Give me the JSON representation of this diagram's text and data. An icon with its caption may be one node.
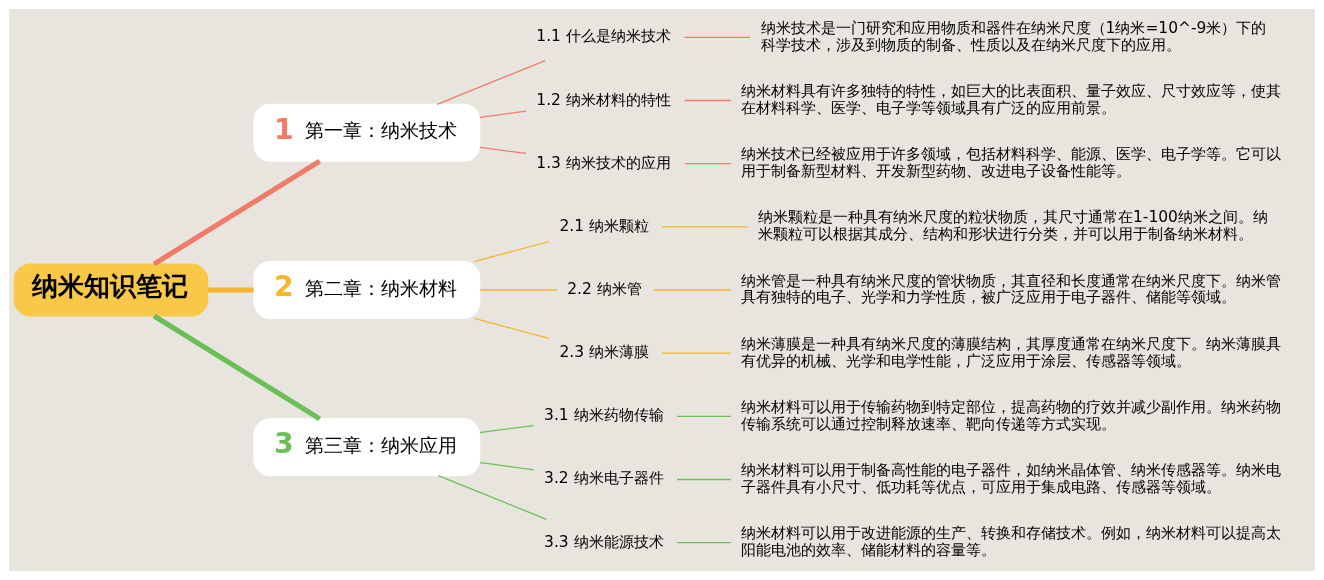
{
  "diagram": {
    "nodes": [
      {
        "text": [
          "纳米知识笔记"
        ]
      },
      {
        "text": [
          "1",
          "第一章：纳米技术"
        ]
      },
      {
        "text": [
          "1.1 什么是纳米技术"
        ]
      },
      {
        "text": [
          "纳米技术是一门研究和应用物质和器件在纳米尺度（1纳米=10^-9米）下的科学技术，涉及到物质的制备、性质以及在纳米尺度下的应用。"
        ]
      },
      {
        "text": [
          "1.2 纳米材料的特性"
        ]
      },
      {
        "text": [
          "纳米材料具有许多独特的特性，如巨大的比表面积、量子效应、尺寸效应等，使其在材料科学、医学、电子学等领域具有广泛的应用前景。"
        ]
      },
      {
        "text": [
          "1.3 纳米技术的应用"
        ]
      },
      {
        "text": [
          "纳米技术已经被应用于许多领域，包括材料科学、能源、医学、电子学等。它可以用于制备新型材料、开发新型药物、改进电子设备性能等。"
        ]
      },
      {
        "text": [
          "2",
          "第二章：纳米材料"
        ]
      },
      {
        "text": [
          "2.1 纳米颗粒"
        ]
      },
      {
        "text": [
          "纳米颗粒是一种具有纳米尺度的粒状物质，其尺寸通常在1-100纳米之间。纳米颗粒可以根据其成分、结构和形状进行分类，并可以用于制备纳米材料。"
        ]
      },
      {
        "text": [
          "2.2 纳米管"
        ]
      },
      {
        "text": [
          "纳米管是一种具有纳米尺度的管状物质，其直径和长度通常在纳米尺度下。纳米管具有独特的电子、光学和力学性质，被广泛应用于电子器件、储能等领域。"
        ]
      },
      {
        "text": [
          "2.3 纳米薄膜"
        ]
      },
      {
        "text": [
          "纳米薄膜是一种具有纳米尺度的薄膜结构，其厚度通常在纳米尺度下。纳米薄膜具有优异的机械、光学和电学性能，广泛应用于涂层、传感器等领域。"
        ]
      },
      {
        "text": [
          "3",
          "第三章：纳米应用"
        ]
      },
      {
        "text": [
          "3.1 纳米药物传输"
        ]
      },
      {
        "text": [
          "纳米材料可以用于传输药物到特定部位，提高药物的疗效并减少副作用。纳米药物传输系统可以通过控制释放速率、靶向传递等方式实现。"
        ]
      },
      {
        "text": [
          "3.2 纳米电子器件"
        ]
      },
      {
        "text": [
          "纳米材料可以用于制备高性能的电子器件，如纳米晶体管、纳米传感器等。纳米电子器件具有小尺寸、低功耗等优点，可应用于集成电路、传感器等领域。"
        ]
      },
      {
        "text": [
          "3.3 纳米能源技术"
        ]
      },
      {
        "text": [
          "纳米材料可以用于改进能源的生产、转换和存储技术。例如，纳米材料可以提高太阳能电池的效率、储能材料的容量等。"
        ]
      }
    ],
    "edges": [
      {
        "from": 0,
        "to": 1,
        "arrow": "none",
        "style": "thick",
        "color": "#f07b68"
      },
      {
        "from": 1,
        "to": 2,
        "arrow": "none",
        "color": "#f07b68"
      },
      {
        "from": 2,
        "to": 3,
        "arrow": "none",
        "color": "#f07b68"
      },
      {
        "from": 1,
        "to": 4,
        "arrow": "none",
        "color": "#f07b68"
      },
      {
        "from": 4,
        "to": 5,
        "arrow": "none",
        "color": "#f07b68"
      },
      {
        "from": 1,
        "to": 6,
        "arrow": "none",
        "color": "#f07b68"
      },
      {
        "from": 6,
        "to": 7,
        "arrow": "none",
        "color": "#f07b68"
      },
      {
        "from": 0,
        "to": 8,
        "arrow": "none",
        "style": "thick",
        "color": "#f5b62e"
      },
      {
        "from": 8,
        "to": 9,
        "arrow": "none",
        "color": "#f5b62e"
      },
      {
        "from": 9,
        "to": 10,
        "arrow": "none",
        "color": "#f5b62e"
      },
      {
        "from": 8,
        "to": 11,
        "arrow": "none",
        "color": "#f5b62e"
      },
      {
        "from": 11,
        "to": 12,
        "arrow": "none",
        "color": "#f5b62e"
      },
      {
        "from": 8,
        "to": 13,
        "arrow": "none",
        "color": "#f5b62e"
      },
      {
        "from": 13,
        "to": 14,
        "arrow": "none",
        "color": "#f5b62e"
      },
      {
        "from": 0,
        "to": 15,
        "arrow": "none",
        "style": "thick",
        "color": "#6cbf57"
      },
      {
        "from": 15,
        "to": 16,
        "arrow": "none",
        "color": "#6cbf57"
      },
      {
        "from": 16,
        "to": 17,
        "arrow": "none",
        "color": "#6cbf57"
      },
      {
        "from": 15,
        "to": 18,
        "arrow": "none",
        "color": "#6cbf57"
      },
      {
        "from": 18,
        "to": 19,
        "arrow": "none",
        "color": "#6cbf57"
      },
      {
        "from": 15,
        "to": 20,
        "arrow": "none",
        "color": "#6cbf57"
      },
      {
        "from": 20,
        "to": 21,
        "arrow": "none",
        "color": "#6cbf57"
      }
    ]
  }
}
